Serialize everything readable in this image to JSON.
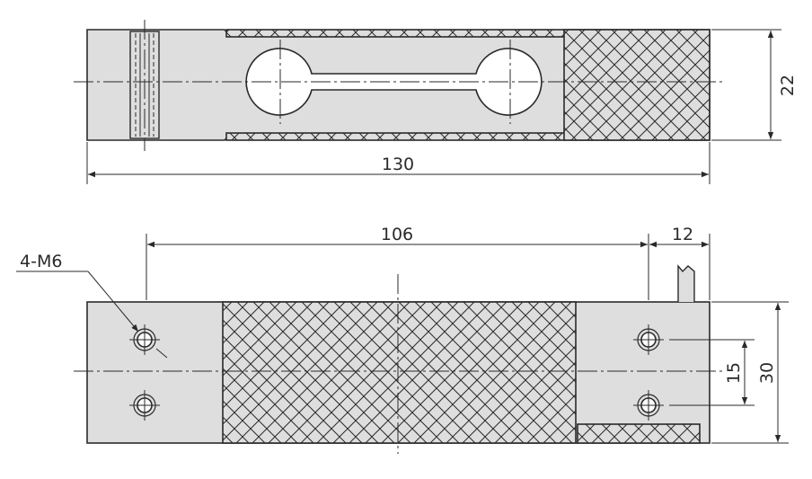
{
  "drawing": {
    "labels": {
      "top_length": "130",
      "top_height": "22",
      "hole_spacing": "106",
      "end_offset": "12",
      "thread_callout": "4-M6",
      "hole_pitch": "15",
      "side_height": "30"
    },
    "colors": {
      "body_fill": "#dedede",
      "line": "#2a2a2a",
      "background": "#ffffff"
    }
  }
}
